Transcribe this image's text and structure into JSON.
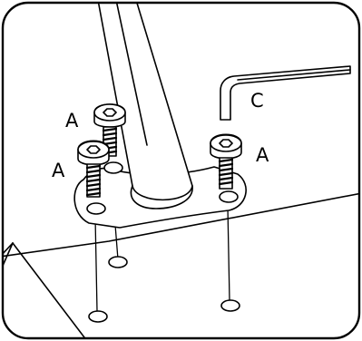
{
  "labels": {
    "screw_upper_left": "A",
    "screw_lower_left": "A",
    "screw_right": "A",
    "hex_key": "C"
  },
  "colors": {
    "line": "#000000",
    "fill": "#ffffff",
    "thread": "#000000"
  }
}
